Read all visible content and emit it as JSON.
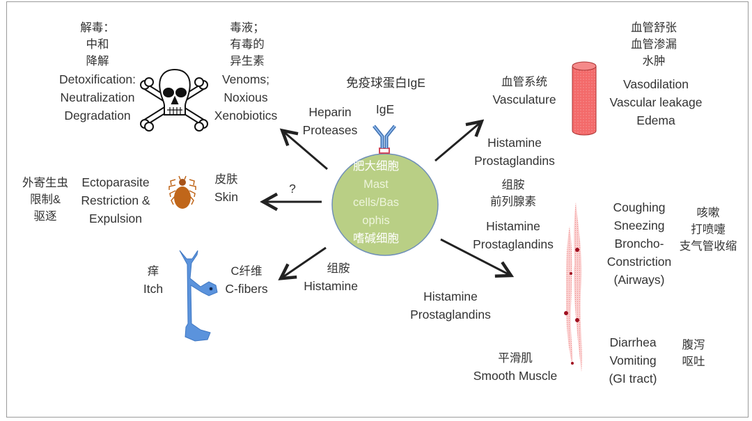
{
  "diagram": {
    "center": {
      "name_zh_top": "肥大细胞",
      "name_en": [
        "Mast",
        "cells/Bas",
        "ophis"
      ],
      "name_zh_bottom": "嗜碱细胞",
      "fill_color": "#b9cf85",
      "outline_color": "#6f8fb8"
    },
    "ige": {
      "label_zh": "免疫球蛋白IgE",
      "label_en": "IgE",
      "antibody_color": "#5b8fd0",
      "receptor_color": "#d2495a"
    },
    "detox": {
      "zh": [
        "解毒：",
        "中和",
        "降解"
      ],
      "en": [
        "Detoxification:",
        "Neutralization",
        "Degradation"
      ]
    },
    "venoms": {
      "zh": [
        "毒液；",
        "有毒的",
        "异生素"
      ],
      "en": [
        "Venoms;",
        "Noxious",
        "Xenobiotics"
      ]
    },
    "arrow_upper_left": {
      "mediators": [
        "Heparin",
        "Proteases"
      ]
    },
    "arrow_left": {
      "mediator": "?"
    },
    "arrow_lower_left": {
      "mediator_zh": "组胺",
      "mediator_en": "Histamine"
    },
    "arrow_upper_right": {
      "mediators": [
        "Histamine",
        "Prostaglandins"
      ]
    },
    "arrow_lower_right": {
      "mediators_zh": [
        "组胺",
        "前列腺素"
      ],
      "mediators_en": [
        "Histamine",
        "Prostaglandins"
      ]
    },
    "vasculature": {
      "zh": "血管系统",
      "en": "Vasculature",
      "effects_zh": [
        "血管舒张",
        "血管渗漏",
        "水肿"
      ],
      "effects_en": [
        "Vasodilation",
        "Vascular leakage",
        "Edema"
      ],
      "vessel_color": "#f26b6b"
    },
    "skin": {
      "zh": "皮肤",
      "en": "Skin",
      "effects_zh": [
        "外寄生虫",
        "限制&",
        "驱逐"
      ],
      "effects_en": [
        "Ectoparasite",
        "Restriction &",
        "Expulsion"
      ],
      "tick_color": "#c0661a"
    },
    "nerve": {
      "zh": "C纤维",
      "en": "C-fibers",
      "effect_zh": "痒",
      "effect_en": "Itch",
      "neuron_color": "#5b93dc"
    },
    "smooth_muscle": {
      "zh": "平滑肌",
      "en": "Smooth Muscle",
      "mediators_en": [
        "Histamine",
        "Prostaglandins"
      ],
      "airways_en": [
        "Coughing",
        "Sneezing",
        "Broncho-",
        "Constriction",
        "(Airways)"
      ],
      "airways_zh": [
        "咳嗽",
        "打喷嚏",
        "支气管收缩"
      ],
      "gi_en": [
        "Diarrhea",
        "Vomiting",
        "(GI tract)"
      ],
      "gi_zh": [
        "腹泻",
        "呕吐"
      ],
      "muscle_color": "#f4a0a0",
      "nucleus_color": "#a01020"
    }
  }
}
